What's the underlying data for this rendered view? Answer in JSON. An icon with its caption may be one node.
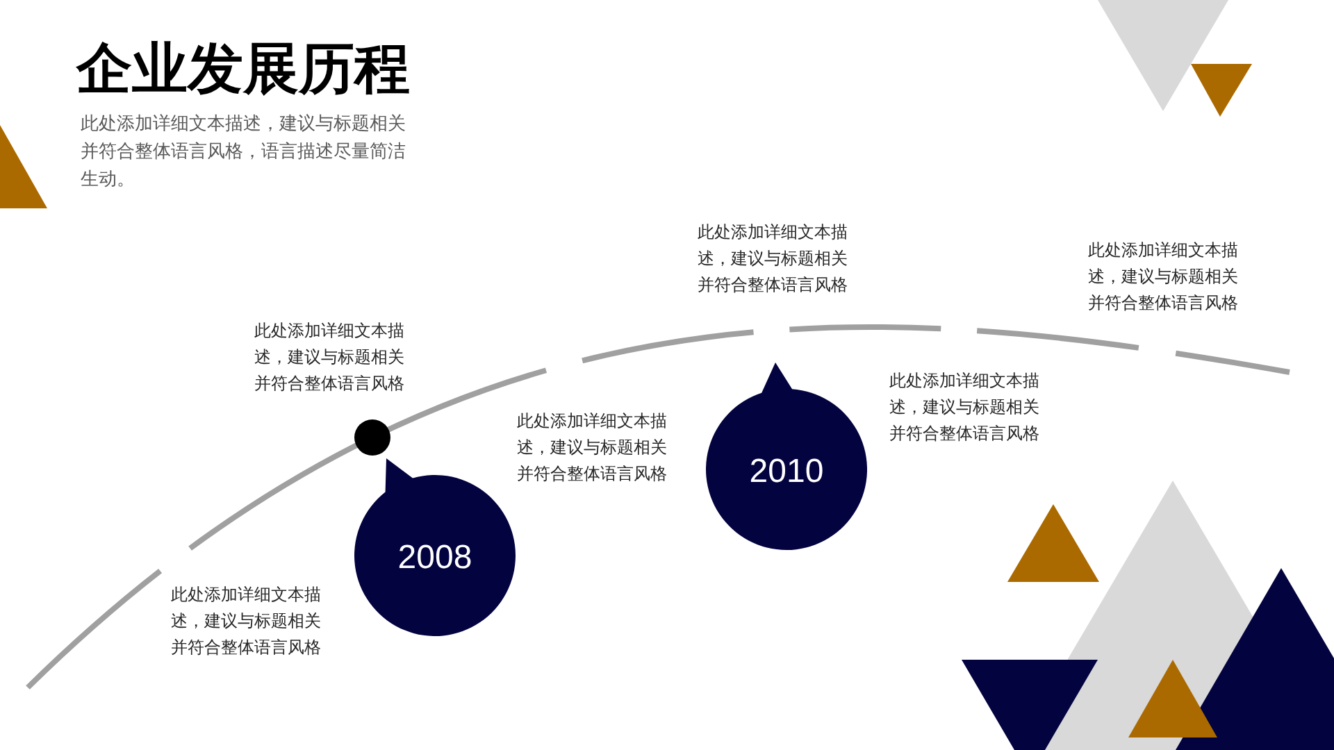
{
  "diagram": {
    "title": "企业发展历程",
    "nodes": [
      {
        "text": [],
        "shape": "circle"
      },
      {
        "text": [
          "2008"
        ]
      },
      {
        "text": [
          "2010"
        ]
      }
    ],
    "labels": [
      "此处添加详细文本描述，建议与标题相关并符合整体语言风格，语言描述尽量简洁生动。",
      "此处添加详细文本描述，建议与标题相关并符合整体语言风格",
      "此处添加详细文本描述，建议与标题相关并符合整体语言风格",
      "此处添加详细文本描述，建议与标题相关并符合整体语言风格",
      "此处添加详细文本描述，建议与标题相关并符合整体语言风格",
      "此处添加详细文本描述，建议与标题相关并符合整体语言风格",
      "此处添加详细文本描述，建议与标题相关并符合整体语言风格"
    ]
  }
}
